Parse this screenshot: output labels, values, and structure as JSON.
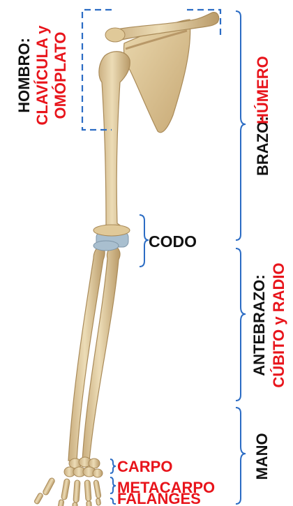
{
  "labels": {
    "hombro": "HOMBRO:",
    "hombro_bones": "CLAVÍCULA y",
    "hombro_bones_2": "OMÓPLATO",
    "brazo": "BRAZO:",
    "brazo_bone": "HÚMERO",
    "codo": "CODO",
    "antebrazo": "ANTEBRAZO:",
    "antebrazo_bones": "CÚBITO y RADIO",
    "carpo": "CARPO",
    "metacarpo": "METACARPO",
    "falanges": "FALANGES",
    "mano": "MANO"
  },
  "colors": {
    "black_text": "#111111",
    "red_text": "#e8141b",
    "bracket_blue": "#2b6cc4",
    "dashed_blue": "#2b6cc4",
    "bone": "#e6d3a8",
    "bone_shadow": "#c6ab7c",
    "cartilage": "#a9bfcf"
  }
}
